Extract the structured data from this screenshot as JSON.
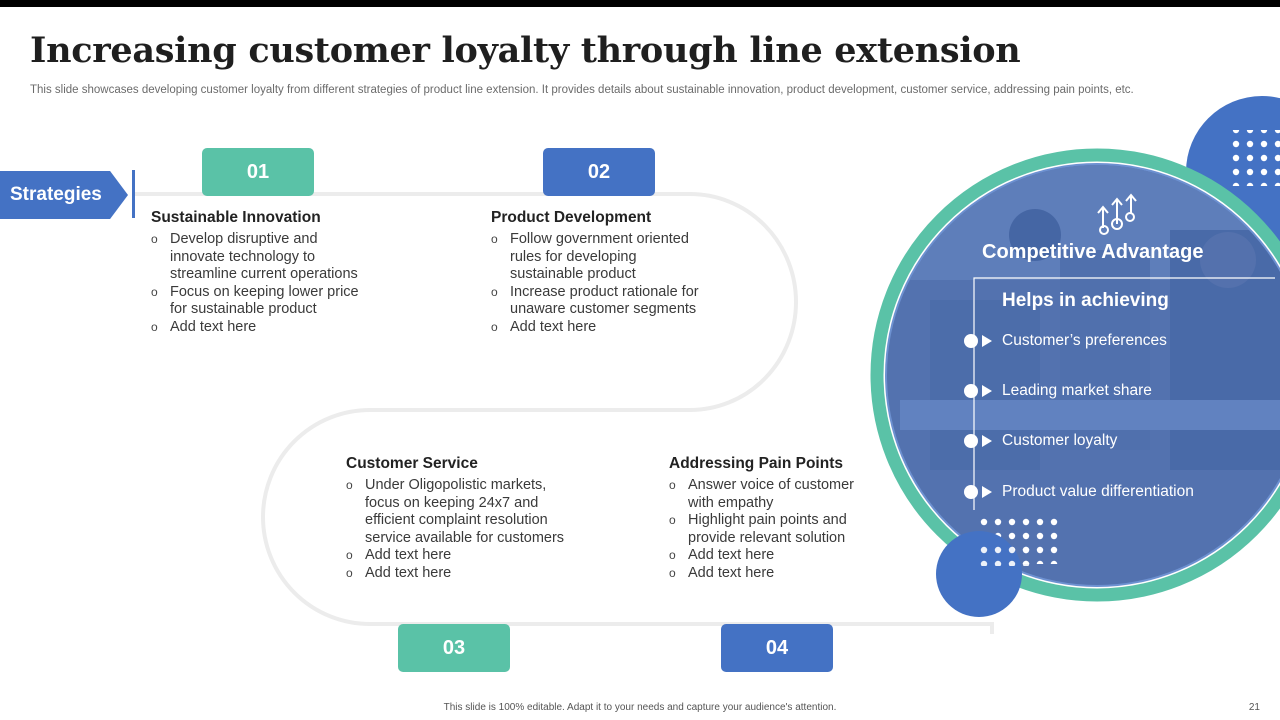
{
  "title": "Increasing customer loyalty through line extension",
  "subtitle": "This slide showcases developing customer loyalty from different strategies of product line extension. It provides details about sustainable innovation, product development, customer service, addressing pain points, etc.",
  "strategies_label": "Strategies",
  "steps": [
    {
      "number": "01",
      "heading": "Sustainable Innovation",
      "bullets": [
        [
          "Develop disruptive and",
          "innovate technology to",
          "streamline current operations"
        ],
        [
          "Focus on keeping lower price",
          "for sustainable product"
        ],
        [
          "Add text here"
        ]
      ]
    },
    {
      "number": "02",
      "heading": "Product Development",
      "bullets": [
        [
          "Follow government oriented",
          "rules for developing",
          "sustainable product"
        ],
        [
          "Increase product rationale for",
          "unaware customer segments"
        ],
        [
          "Add text here"
        ]
      ]
    },
    {
      "number": "03",
      "heading": "Customer Service",
      "bullets": [
        [
          "Under Oligopolistic markets,",
          "focus on keeping 24x7 and",
          "efficient complaint resolution",
          "service available  for customers"
        ],
        [
          "Add text here"
        ],
        [
          "Add text here"
        ]
      ]
    },
    {
      "number": "04",
      "heading": "Addressing Pain Points",
      "bullets": [
        [
          "Answer voice of customer",
          "with empathy"
        ],
        [
          "Highlight pain points and",
          "provide relevant solution"
        ],
        [
          "Add text here"
        ],
        [
          "Add text here"
        ]
      ]
    }
  ],
  "competitive": {
    "title": "Competitive Advantage",
    "subheading": "Helps in achieving",
    "items": [
      "Customer’s preferences",
      "Leading market share",
      "Customer loyalty",
      "Product value differentiation"
    ]
  },
  "icon": "growth-arrows-gears-icon",
  "colors": {
    "blue": "#4472c4",
    "teal": "#5ac2a7"
  },
  "footer": "This slide is 100% editable. Adapt it to your needs and capture your audience's attention.",
  "page_number": "21"
}
